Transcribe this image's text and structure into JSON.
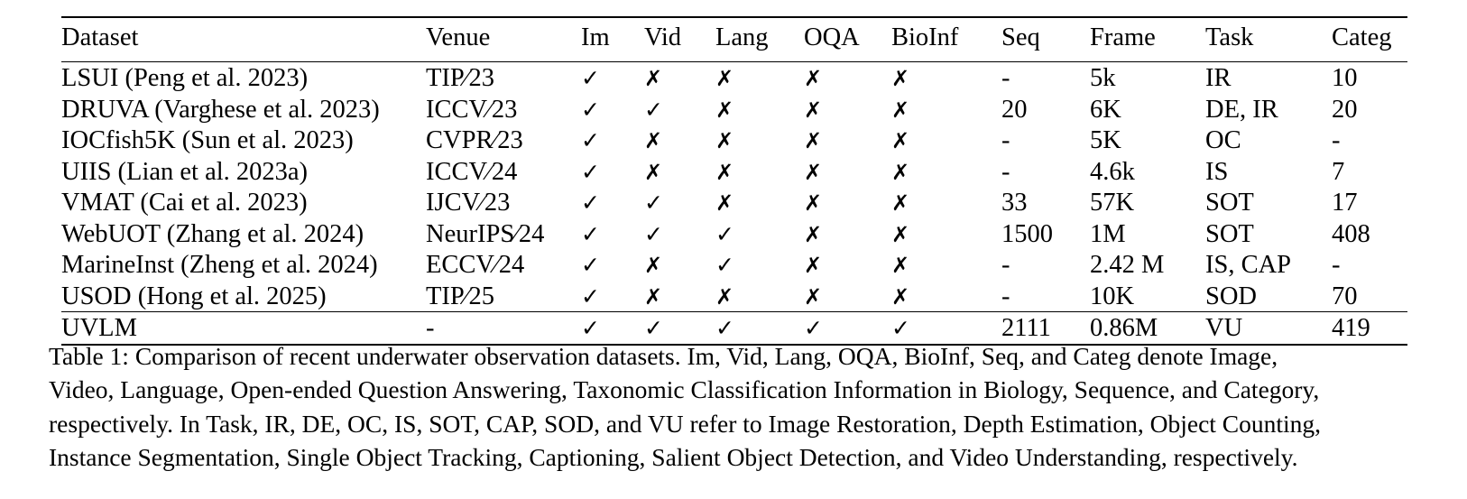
{
  "table": {
    "columns": [
      "Dataset",
      "Venue",
      "Im",
      "Vid",
      "Lang",
      "OQA",
      "BioInf",
      "Seq",
      "Frame",
      "Task",
      "Categ"
    ],
    "glyphs": {
      "check": "✓",
      "cross": "✗",
      "dash": "-"
    },
    "rows": [
      {
        "dataset": "LSUI (Peng et al. 2023)",
        "venue": "TIP⁄23",
        "im": "✓",
        "vid": "✗",
        "lang": "✗",
        "oqa": "✗",
        "bioinf": "✗",
        "seq": "-",
        "frame": "5k",
        "task": "IR",
        "categ": "10"
      },
      {
        "dataset": "DRUVA (Varghese et al. 2023)",
        "venue": "ICCV⁄23",
        "im": "✓",
        "vid": "✓",
        "lang": "✗",
        "oqa": "✗",
        "bioinf": "✗",
        "seq": "20",
        "frame": "6K",
        "task": "DE, IR",
        "categ": "20"
      },
      {
        "dataset": "IOCfish5K (Sun et al. 2023)",
        "venue": "CVPR⁄23",
        "im": "✓",
        "vid": "✗",
        "lang": "✗",
        "oqa": "✗",
        "bioinf": "✗",
        "seq": "-",
        "frame": "5K",
        "task": "OC",
        "categ": "-"
      },
      {
        "dataset": "UIIS (Lian et al. 2023a)",
        "venue": "ICCV⁄24",
        "im": "✓",
        "vid": "✗",
        "lang": "✗",
        "oqa": "✗",
        "bioinf": "✗",
        "seq": "-",
        "frame": "4.6k",
        "task": "IS",
        "categ": "7"
      },
      {
        "dataset": "VMAT (Cai et al. 2023)",
        "venue": "IJCV⁄23",
        "im": "✓",
        "vid": "✓",
        "lang": "✗",
        "oqa": "✗",
        "bioinf": "✗",
        "seq": "33",
        "frame": "57K",
        "task": "SOT",
        "categ": "17"
      },
      {
        "dataset": "WebUOT (Zhang et al. 2024)",
        "venue": "NeurIPS⁄24",
        "im": "✓",
        "vid": "✓",
        "lang": "✓",
        "oqa": "✗",
        "bioinf": "✗",
        "seq": "1500",
        "frame": "1M",
        "task": "SOT",
        "categ": "408"
      },
      {
        "dataset": "MarineInst (Zheng et al. 2024)",
        "venue": "ECCV⁄24",
        "im": "✓",
        "vid": "✗",
        "lang": "✓",
        "oqa": "✗",
        "bioinf": "✗",
        "seq": "-",
        "frame": "2.42 M",
        "task": "IS, CAP",
        "categ": "-"
      },
      {
        "dataset": "USOD (Hong et al. 2025)",
        "venue": "TIP⁄25",
        "im": "✓",
        "vid": "✗",
        "lang": "✗",
        "oqa": "✗",
        "bioinf": "✗",
        "seq": "-",
        "frame": "10K",
        "task": "SOD",
        "categ": "70"
      }
    ],
    "highlight_row": {
      "dataset": "UVLM",
      "venue": "-",
      "im": "✓",
      "vid": "✓",
      "lang": "✓",
      "oqa": "✓",
      "bioinf": "✓",
      "seq": "2111",
      "frame": "0.86M",
      "task": "VU",
      "categ": "419"
    }
  },
  "caption": {
    "lines": [
      "Table 1: Comparison of recent underwater observation datasets. Im, Vid, Lang, OQA, BioInf, Seq, and Categ denote Image,",
      "Video, Language, Open-ended Question Answering, Taxonomic Classification Information in Biology, Sequence, and Category,",
      "respectively. In Task, IR, DE, OC, IS, SOT, CAP, SOD, and VU refer to Image Restoration, Depth Estimation, Object Counting,",
      "Instance Segmentation, Single Object Tracking, Captioning, Salient Object Detection, and Video Understanding, respectively."
    ]
  }
}
